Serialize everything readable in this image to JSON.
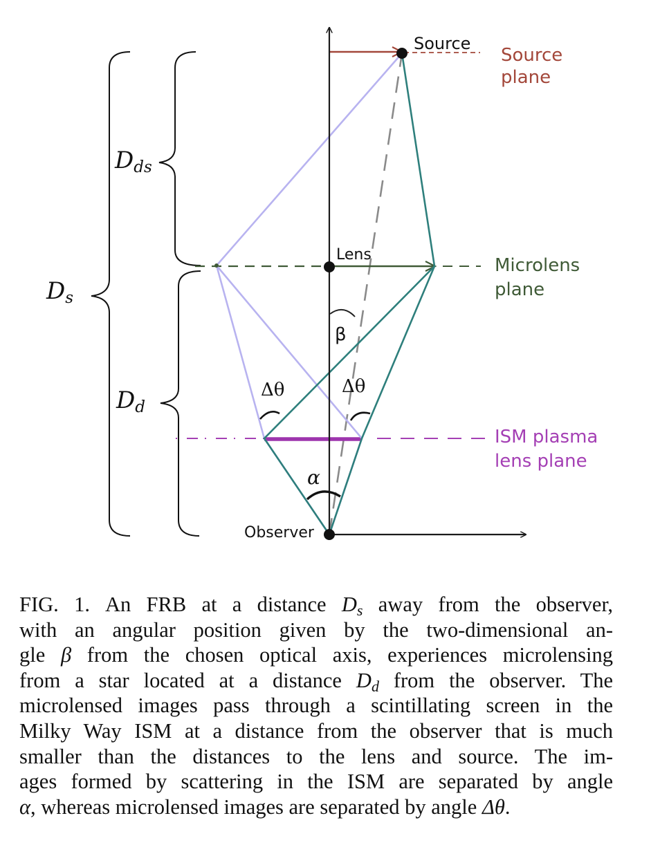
{
  "figure": {
    "labels": {
      "source": "Source",
      "source_plane_1": "Source",
      "source_plane_2": "plane",
      "lens": "Lens",
      "microlens_plane_1": "Microlens",
      "microlens_plane_2": "plane",
      "ism_plane_1": "ISM plasma",
      "ism_plane_2": "lens plane",
      "observer": "Observer",
      "beta": "β",
      "delta_theta_left": "Δθ",
      "delta_theta_right": "Δθ",
      "alpha": "α",
      "d_ds_main": "D",
      "d_ds_sub": "ds",
      "d_s_main": "D",
      "d_s_sub": "s",
      "d_d_main": "D",
      "d_d_sub": "d"
    },
    "colors": {
      "source_plane": "#a3473a",
      "microlens_plane": "#3f5a36",
      "ism_plane": "#a43fb4",
      "teal_rays": "#2e7f7c",
      "lavender_rays": "#b8b3f0",
      "dashed_axis": "#8a8a8a",
      "axis": "#1a1a1a"
    }
  },
  "caption": {
    "fig_label": "FIG. 1.",
    "l1_a": "An FRB at a distance ",
    "l1_D": "D",
    "l1_s": "s",
    "l1_b": " away from the observer,",
    "l2": "with an angular position given by the two-dimensional an-",
    "l3_a": "gle ",
    "l3_beta": "β",
    "l3_b": " from the chosen optical axis, experiences microlensing",
    "l4_a": "from a star located at a distance ",
    "l4_D": "D",
    "l4_d": "d",
    "l4_b": " from the observer. The",
    "l5": "microlensed images pass through a scintillating screen in the",
    "l6": "Milky Way ISM at a distance from the observer that is much",
    "l7": "smaller than the distances to the lens and source. The im-",
    "l8": "ages formed by scattering in the ISM are separated by angle",
    "l9_alpha": "α",
    "l9_b": ", whereas microlensed images are separated by angle ",
    "l9_dt": "Δθ",
    "l9_c": "."
  }
}
